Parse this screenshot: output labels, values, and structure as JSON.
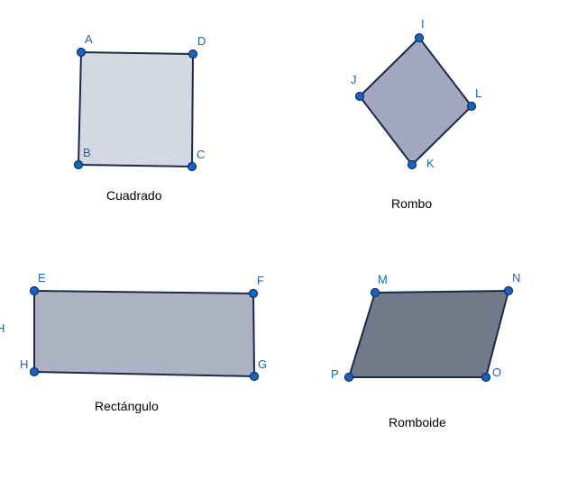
{
  "shapes": [
    {
      "key": "cuadrado",
      "caption": "Cuadrado",
      "fill": "#d5d8e2",
      "points": [
        {
          "label": "A"
        },
        {
          "label": "D"
        },
        {
          "label": "C"
        },
        {
          "label": "B"
        }
      ]
    },
    {
      "key": "rombo",
      "caption": "Rombo",
      "fill": "#a1a8c0",
      "points": [
        {
          "label": "I"
        },
        {
          "label": "L"
        },
        {
          "label": "K"
        },
        {
          "label": "J"
        }
      ]
    },
    {
      "key": "rectangulo",
      "caption": "Rectángulo",
      "fill": "#aeb3c4",
      "points": [
        {
          "label": "E"
        },
        {
          "label": "F"
        },
        {
          "label": "G"
        },
        {
          "label": "H"
        }
      ]
    },
    {
      "key": "romboide",
      "caption": "Romboide",
      "fill": "#727a8a",
      "points": [
        {
          "label": "M"
        },
        {
          "label": "N"
        },
        {
          "label": "O"
        },
        {
          "label": "P"
        }
      ]
    }
  ],
  "colors": {
    "vertex": "#1565c0",
    "label": "#1565c0",
    "edge": "#1a2a4a"
  },
  "edge_fragment": "H"
}
